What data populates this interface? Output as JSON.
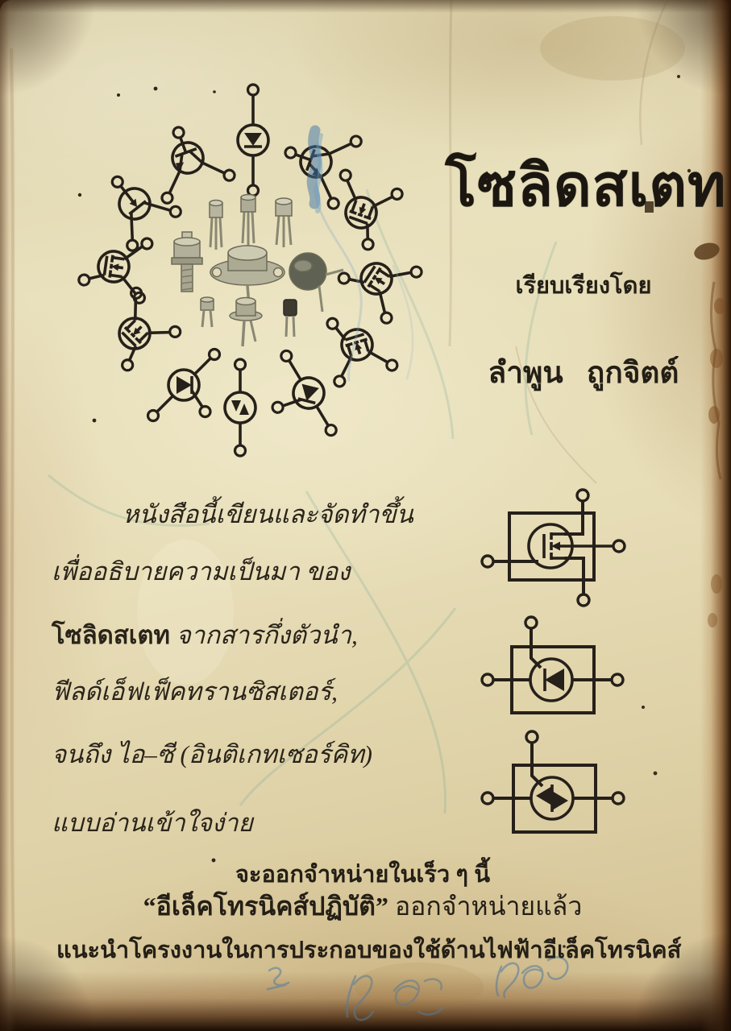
{
  "document": {
    "kind": "scanned-book-cover",
    "language": "Thai"
  },
  "cover": {
    "title": "โซลิดสเตท",
    "byline_label": "เรียบเรียงโดย",
    "author": "ลำพูน ถูกจิตต์",
    "description": {
      "line1": "หนังสือนี้เขียนและจัดทำขึ้น",
      "line2": "เพื่ออธิบายความเป็นมา  ของ",
      "line3_bold": "โซลิดสเตท",
      "line3_rest": " จากสารกึ่งตัวนำ,",
      "line4": "ฟีลด์เอ็ฟเฟ็คทรานซิสเตอร์,",
      "line5": "จนถึง ไอ–ซี (อินติเกทเซอร์คิท)",
      "line6": "แบบอ่านเข้าใจง่าย"
    },
    "footer": {
      "line1": "จะออกจำหน่ายในเร็ว ๆ นี้",
      "line2_bold": "“อีเล็คโทรนิคส์ปฏิบัติ”",
      "line2_rest": "  ออกจำหน่ายแล้ว",
      "line3": "แนะนำโครงงานในการประกอบของใช้ด้านไฟฟ้าอีเล็คโทรนิคส์"
    }
  },
  "artwork": {
    "ring_symbols": [
      "npn-transistor",
      "diode",
      "npn-transistor",
      "jfet",
      "mosfet",
      "mosfet",
      "mosfet",
      "mosfet",
      "mosfet",
      "scr",
      "triac",
      "scr"
    ],
    "center_photos": [
      "to18-can",
      "to18-can",
      "to18-can",
      "stud-mount-scr",
      "to3-power-package",
      "to5-can",
      "small-can",
      "flanged-can",
      "to92-plastic"
    ],
    "boxed_symbols": [
      "mosfet-package-outline",
      "scr-package-outline",
      "triac-package-outline"
    ],
    "annotations": [
      "blue-ballpoint-scribble-over-transistor",
      "faint-teal-pen-curves",
      "blue-handwriting-bottom-margin"
    ]
  },
  "colors": {
    "paper_base": "#e4dab4",
    "paper_light": "#ece4c6",
    "paper_shadow": "#cdbb92",
    "ink": "#26201a",
    "edge_dark": "#1d1006",
    "edge_brown": "#6b3f1d",
    "pen_blue": "#4d7fae",
    "pen_teal": "#4e9a8e",
    "photo_gray": "#a9a794"
  }
}
